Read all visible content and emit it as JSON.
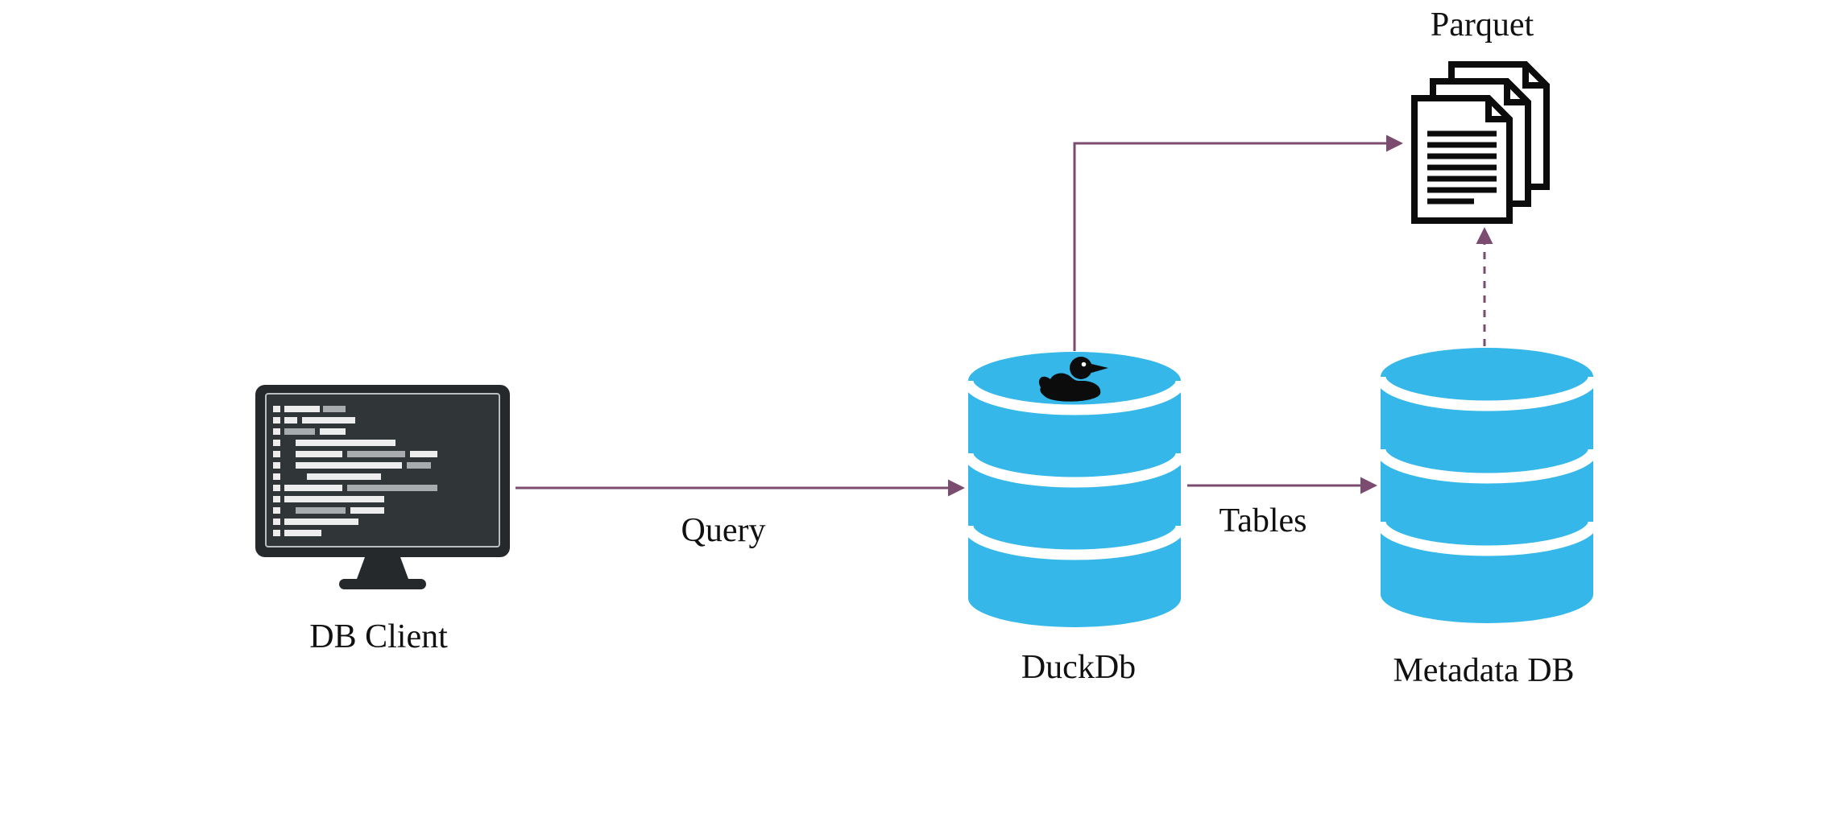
{
  "diagram": {
    "type": "architecture-flow",
    "description": "DB client querying DuckDb which reads/writes Parquet files and a metadata database"
  },
  "nodes": {
    "db_client": {
      "label": "DB Client",
      "icon": "terminal-monitor-icon"
    },
    "duckdb": {
      "label": "DuckDb",
      "icon": "database-cylinder-icon",
      "badge_icon": "duck-icon"
    },
    "metadata_db": {
      "label": "Metadata DB",
      "icon": "database-cylinder-icon"
    },
    "parquet": {
      "label": "Parquet",
      "icon": "document-stack-icon"
    }
  },
  "edges": [
    {
      "from": "db_client",
      "to": "duckdb",
      "label": "Query",
      "line": "solid"
    },
    {
      "from": "duckdb",
      "to": "metadata_db",
      "label": "Tables",
      "line": "solid"
    },
    {
      "from": "duckdb",
      "to": "parquet",
      "label": "",
      "line": "solid-elbow"
    },
    {
      "from": "metadata_db",
      "to": "parquet",
      "label": "",
      "line": "dashed"
    }
  ],
  "colors": {
    "background": "#ffffff",
    "cylinder_blue": "#35b7e9",
    "arrow_purple": "#7b4c6f",
    "monitor_dark": "#26292b",
    "screen_dark": "#303538",
    "code_line_bright": "#ededed",
    "code_line_dim": "#a8acae",
    "icon_black": "#0c0c0c",
    "label_text": "#111111"
  }
}
